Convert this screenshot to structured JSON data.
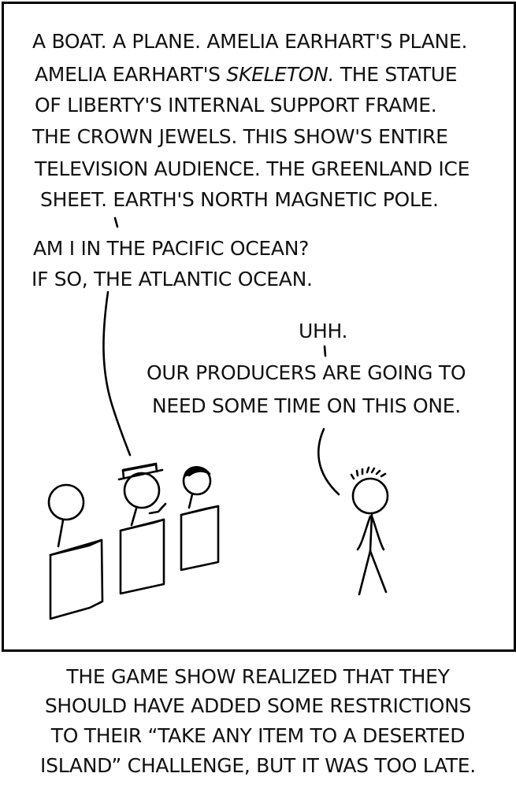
{
  "comic": {
    "dialogue_contestant": [
      {
        "pre": "A boat. A plane. Amelia Earhart's plane.",
        "em": "",
        "post": ""
      },
      {
        "pre": "Amelia Earhart's ",
        "em": "skeleton.",
        "post": " The statue"
      },
      {
        "pre": "of Liberty's internal support frame.",
        "em": "",
        "post": ""
      },
      {
        "pre": "The crown jewels. This show's entire",
        "em": "",
        "post": ""
      },
      {
        "pre": "television audience. The Greenland ice",
        "em": "",
        "post": ""
      },
      {
        "pre": "sheet. Earth's north magnetic pole.",
        "em": "",
        "post": ""
      }
    ],
    "dialogue_contestant_2": [
      "Am I in the Pacific Ocean?",
      "If so, the Atlantic Ocean."
    ],
    "host_hesitation": "Uhh.",
    "host_reply": [
      "Our producers are going to",
      "need some time on this one."
    ],
    "caption": [
      "The game show realized that they",
      "should have added some restrictions",
      "to their “Take any item to a deserted",
      "island” challenge, but it was too late."
    ]
  }
}
